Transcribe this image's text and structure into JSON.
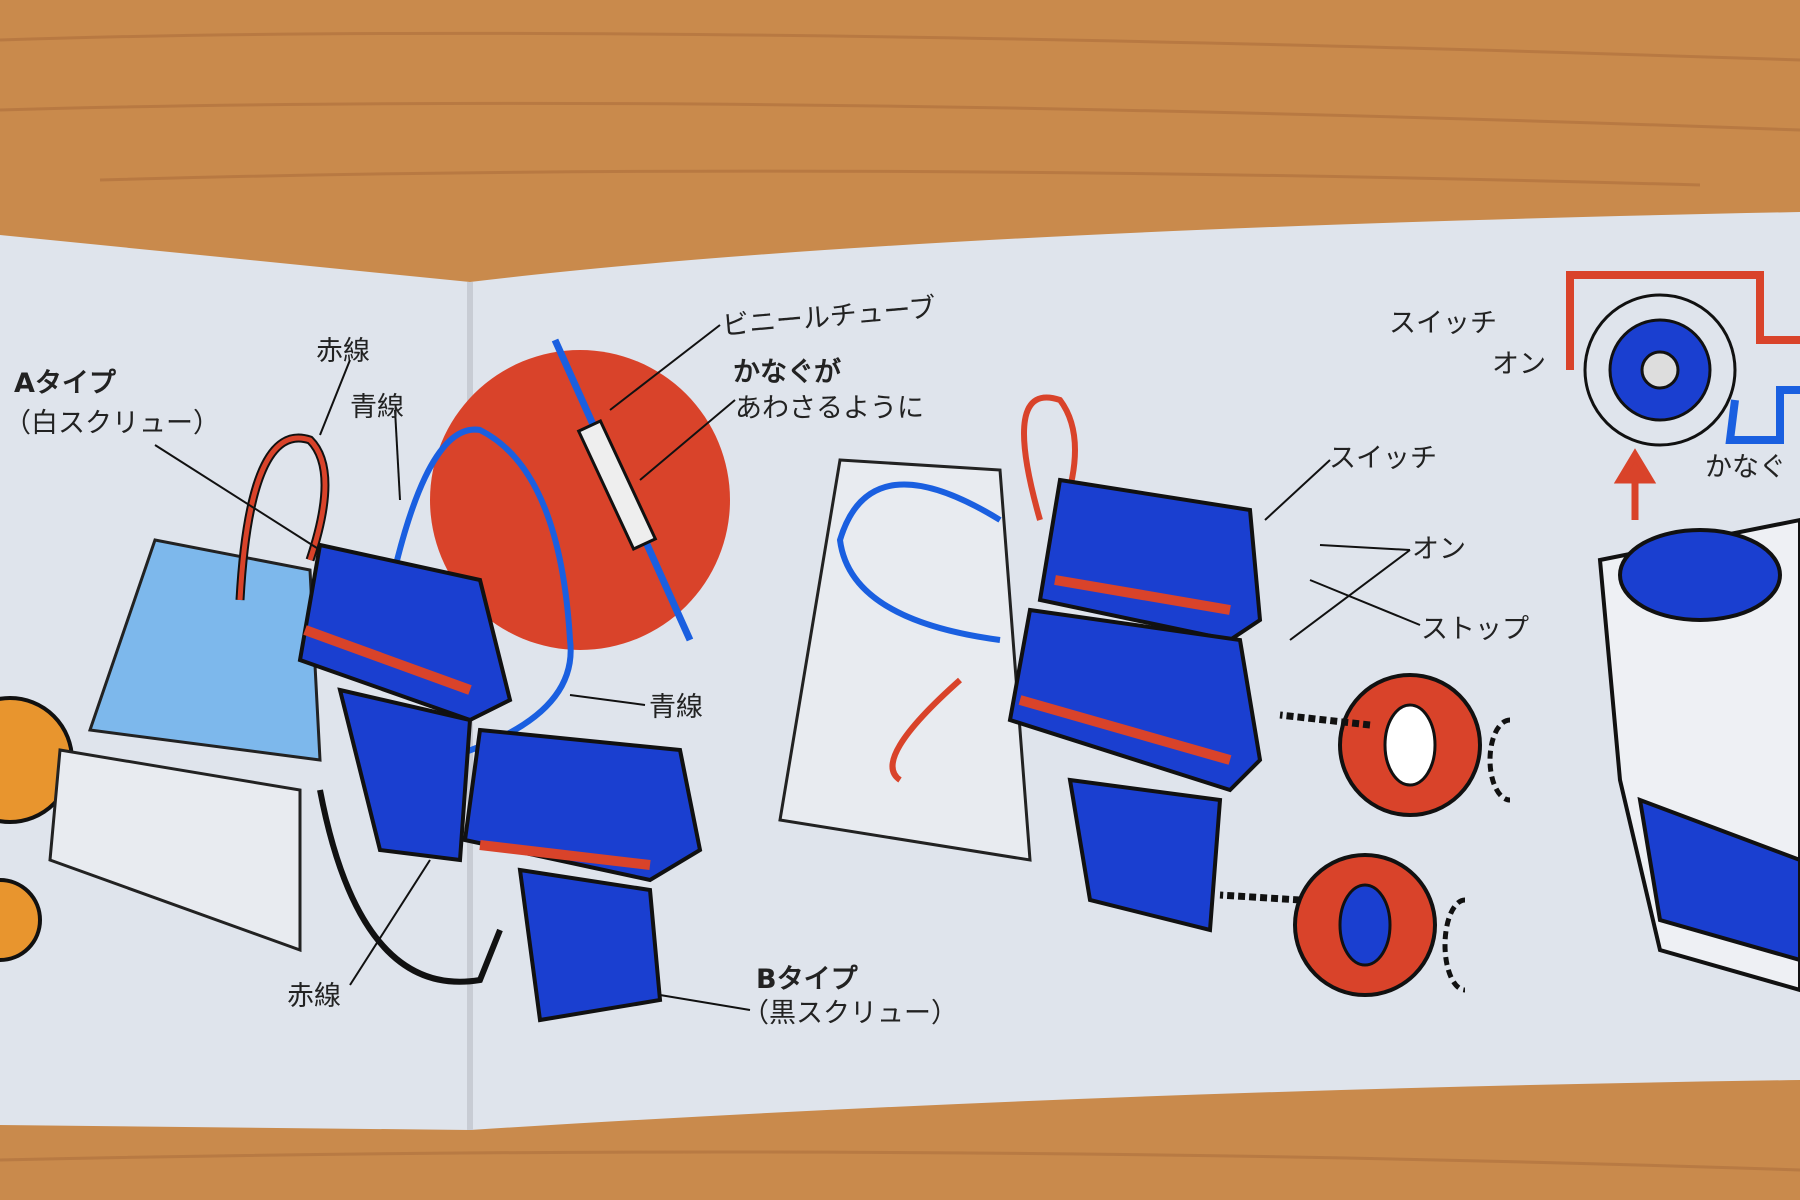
{
  "left_page": {
    "type_a_title": "Aタイプ",
    "type_a_sub": "（白スクリュー）",
    "red_wire_top": "赤線",
    "blue_wire_top": "青線",
    "blue_wire_mid": "青線",
    "red_wire_bottom": "赤線"
  },
  "center": {
    "vinyl_tube": "ビニールチューブ",
    "fitting_line1": "かなぐが",
    "fitting_line2": "あわさるように",
    "type_b_title": "Bタイプ",
    "type_b_sub": "（黒スクリュー）"
  },
  "right_page": {
    "switch": "スイッチ",
    "on": "オン",
    "stop": "ストップ",
    "switch_top": "スイッチ",
    "on_top": "オン",
    "fitting_cut": "かなぐ"
  },
  "colors": {
    "wood": "#c98a4c",
    "paper": "#dfe4ec",
    "red": "#d9432a",
    "blue": "#1a3fd0",
    "light_blue": "#5fa8e8",
    "orange": "#e8952e"
  }
}
